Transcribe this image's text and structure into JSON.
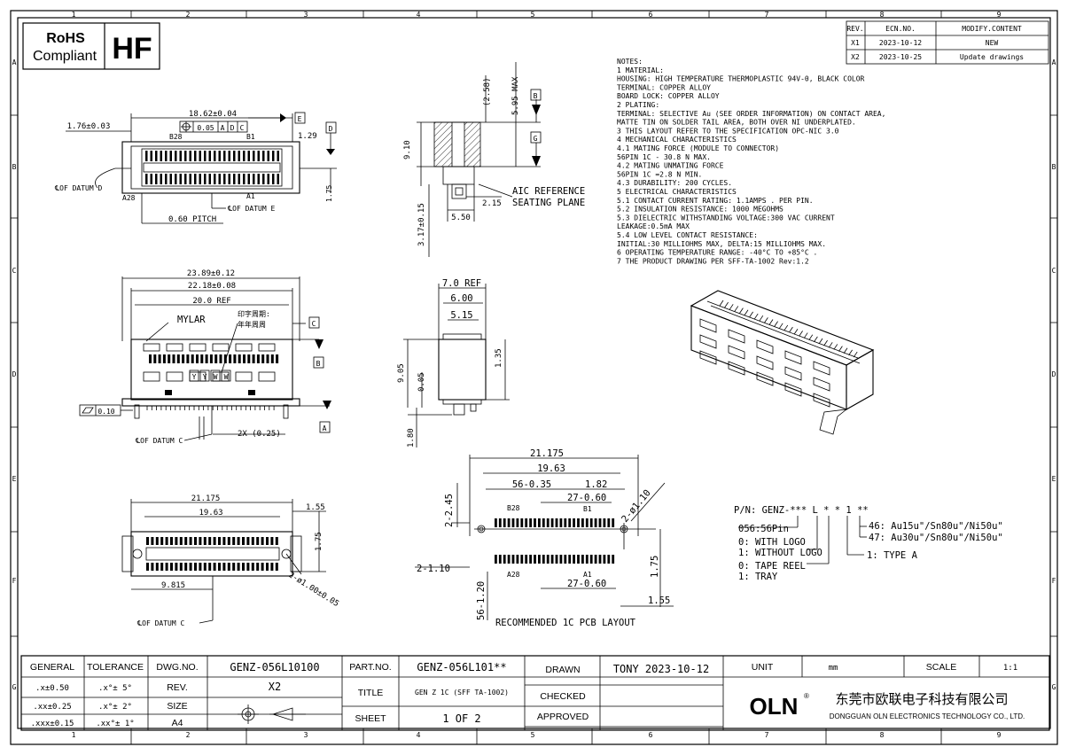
{
  "border": {
    "cols": [
      "1",
      "2",
      "3",
      "4",
      "5",
      "6",
      "7",
      "8",
      "9"
    ],
    "rows": [
      "A",
      "B",
      "C",
      "D",
      "E",
      "F",
      "G"
    ]
  },
  "badges": {
    "rohs_line1": "RoHS",
    "rohs_line2": "Compliant",
    "hf": "HF"
  },
  "revisions": {
    "headers": [
      "REV.",
      "ECN.NO.",
      "MODIFY.CONTENT"
    ],
    "rows": [
      [
        "X1",
        "2023-10-12",
        "NEW"
      ],
      [
        "X2",
        "2023-10-25",
        "Update drawings"
      ]
    ]
  },
  "notes": [
    "NOTES:",
    "1  MATERIAL:",
    "     HOUSING: HIGH TEMPERATURE THERMOPLASTIC 94V-0, BLACK COLOR",
    "     TERMINAL: COPPER ALLOY",
    "     BOARD LOCK: COPPER ALLOY",
    "2  PLATING:",
    "     TERMINAL: SELECTIVE Au (SEE ORDER INFORMATION) ON CONTACT AREA,",
    "                MATTE TIN ON SOLDER TAIL AREA, BOTH OVER NI UNDERPLATED.",
    "3  THIS LAYOUT REFER TO THE SPECIFICATION OPC-NIC 3.0",
    "4  MECHANICAL CHARACTERISTICS",
    "   4.1  MATING FORCE (MODULE TO CONNECTOR)",
    "          56PIN 1C - 30.8 N MAX.",
    "   4.2  MATING UNMATING FORCE",
    "          56PIN 1C =2.8 N MIN.",
    "   4.3  DURABILITY: 200 CYCLES.",
    "5  ELECTRICAL CHARACTERISTICS",
    "   5.1  CONTACT CURRENT RATING: 1.1AMPS . PER PIN.",
    "   5.2  INSULATION RESISTANCE: 1000 MEGOHMS",
    "   5.3  DIELECTRIC WITHSTANDING VOLTAGE:300 VAC CURRENT",
    "          LEAKAGE:0.5mA MAX",
    "   5.4  LOW LEVEL CONTACT RESISTANCE:",
    "          INITIAL:30 MILLIOHMS MAX, DELTA:15 MILLIOHMS MAX.",
    "6  OPERATING TEMPERATURE RANGE: -40°C TO +85°C .",
    "7  THE PRODUCT DRAWING PER SFF-TA-1002 Rev:1.2"
  ],
  "top_view": {
    "dim_width": "18.62±0.04",
    "dim_left": "1.76±0.03",
    "dim_right": "1.29",
    "dim_height": "1.75",
    "pitch": "0.60 PITCH",
    "fcf": [
      "0.05",
      "A",
      "D",
      "C"
    ],
    "pin_b28": "B28",
    "pin_b1": "B1",
    "pin_a28": "A28",
    "pin_a1": "A1",
    "datum_d": "℄OF DATUM D",
    "datum_e": "℄OF DATUM E",
    "label_e": "E",
    "label_d": "D"
  },
  "side_view": {
    "dim_258": "(2.58)",
    "dim_595": "5.95 MAX",
    "dim_910": "9.10",
    "dim_317": "3.17±0.15",
    "dim_550": "5.50",
    "dim_215": "2.15",
    "aic_ref": "AIC REFERENCE",
    "seating": "SEATING PLANE",
    "label_b": "B",
    "label_g": "G"
  },
  "front_view": {
    "dim_2389": "23.89±0.12",
    "dim_2218": "22.18±0.08",
    "dim_200": "20.0 REF",
    "mylar": "MYLAR",
    "print_cn1": "印字周期:",
    "print_cn2": "年年周周",
    "yyww": [
      "Y",
      "Y",
      "W",
      "W"
    ],
    "flatness": "0.10",
    "datum_c": "℄OF DATUM C",
    "dim_2x": "2X (0.25)",
    "label_c": "C",
    "label_b": "B",
    "label_a": "A"
  },
  "end_view": {
    "dim_70": "7.0 REF",
    "dim_600": "6.00",
    "dim_515": "5.15",
    "dim_905": "9.05",
    "dim_005": "0.05",
    "dim_135": "1.35",
    "dim_180": "1.80"
  },
  "bottom_view": {
    "dim_21175": "21.175",
    "dim_1963": "19.63",
    "dim_155": "1.55",
    "dim_175": "1.75",
    "dim_9815": "9.815",
    "dim_hole": "2-ø1.00±0.05",
    "datum_c": "℄OF DATUM C"
  },
  "pcb_layout": {
    "dim_21175": "21.175",
    "dim_1963": "19.63",
    "dim_56": "56-0.35",
    "dim_182": "1.82",
    "dim_27a": "27-0.60",
    "dim_27b": "27-0.60",
    "dim_245": "2-2.45",
    "dim_110": "2-1.10",
    "dim_hole": "2-ø1.10",
    "dim_175": "1.75",
    "dim_155": "1.55",
    "dim_56b": "56-1.20",
    "pin_b28": "B28",
    "pin_b1": "B1",
    "pin_a28": "A28",
    "pin_a1": "A1",
    "caption": "RECOMMENDED 1C PCB LAYOUT"
  },
  "part_number": {
    "pn": "P/N: GENZ-*** L * * 1 **",
    "pins": "056:56Pin",
    "logo0": "0: WITH LOGO",
    "logo1": "1: WITHOUT LOGO",
    "pack0": "0: TAPE REEL",
    "pack1": "1: TRAY",
    "type": "1: TYPE A",
    "plate46": "46: Au15u\"/Sn80u\"/Ni50u\"",
    "plate47": "47: Au30u\"/Sn80u\"/Ni50u\""
  },
  "title_block": {
    "general": "GENERAL",
    "tolerance": "TOLERANCE",
    "tol_rows": [
      [
        ".x±0.50",
        ".x°± 5°"
      ],
      [
        ".xx±0.25",
        ".x°± 2°"
      ],
      [
        ".xxx±0.15",
        ".xx°± 1°"
      ]
    ],
    "dwg_no_label": "DWG.NO.",
    "dwg_no": "GENZ-056L10100",
    "rev_label": "REV.",
    "rev": "X2",
    "size_label": "SIZE",
    "size": "A4",
    "part_no_label": "PART.NO.",
    "part_no": "GENZ-056L101**",
    "title_label": "TITLE",
    "title": "GEN Z 1C (SFF TA-1002)",
    "sheet_label": "SHEET",
    "sheet": "1  OF  2",
    "drawn_label": "DRAWN",
    "drawn": "TONY  2023-10-12",
    "checked_label": "CHECKED",
    "approved_label": "APPROVED",
    "unit_label": "UNIT",
    "unit": "mm",
    "scale_label": "SCALE",
    "scale": "1:1",
    "logo": "OLN",
    "reg": "®",
    "company_cn": "东莞市欧联电子科技有限公司",
    "company_en": "DONGGUAN OLN ELECTRONICS TECHNOLOGY CO., LTD."
  }
}
